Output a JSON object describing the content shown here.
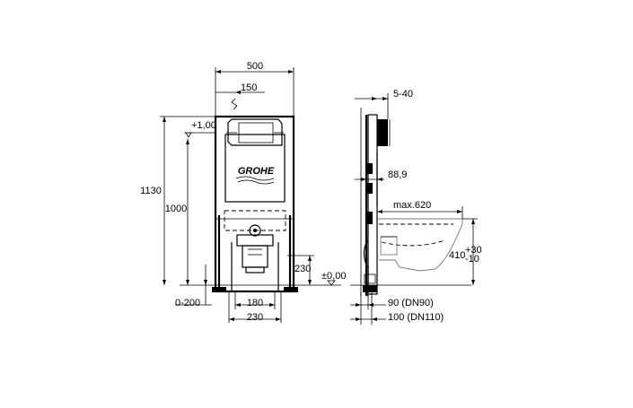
{
  "brand": {
    "logo_text": "GROHE"
  },
  "front_view": {
    "width": "500",
    "offset_top": "150",
    "height_total": "1130",
    "height_flush": "1000",
    "level_top": "+1,00",
    "adjust_bottom": "0-200",
    "outlet_height": "230",
    "level_zero": "±0,00",
    "spacing_inner": "180",
    "spacing_outer": "230"
  },
  "side_view": {
    "wall_range": "5-40",
    "depth_plate": "88,9",
    "max_length": "max.620",
    "seat_height": "410",
    "seat_tol_plus": "+30",
    "seat_tol_minus": "-10",
    "outlet_dn90": "90 (DN90)",
    "outlet_dn110": "100 (DN110)"
  }
}
